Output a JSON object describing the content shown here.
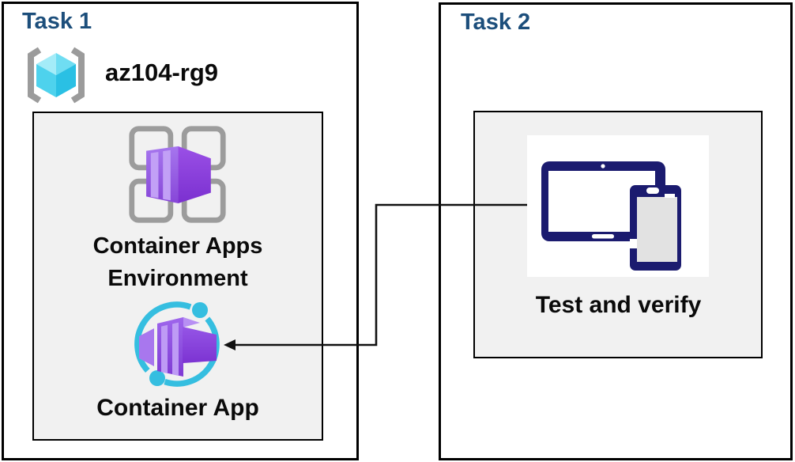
{
  "task1": {
    "title": "Task 1",
    "resource_group": "az104-rg9",
    "environment_label": "Container Apps Environment",
    "app_label": "Container App"
  },
  "task2": {
    "title": "Task 2",
    "verify_label": "Test and verify"
  },
  "connector": {
    "from": "test-and-verify",
    "to": "container-app",
    "style": "elbow-line-left-arrowhead"
  },
  "icons": {
    "resource_group": "resource-group-icon",
    "container_apps_environment": "container-apps-environment-icon",
    "container_app": "container-app-icon",
    "devices": "devices-icon"
  },
  "colors": {
    "task_title_blue": "#1C4E7B",
    "label_black": "#0A0A0A",
    "panel_fill": "#F1F1F1",
    "box_border": "#000000",
    "bracket_gray": "#9B9B9B",
    "cube_cyan_light": "#A4ECF8",
    "cube_cyan_dark": "#2AC0E4",
    "azure_purple": "#8A4BDC",
    "azure_purple_light": "#C2A0F6",
    "orbit_cyan": "#35BEE0",
    "device_navy": "#1B1B6F",
    "device_screen_gray": "#E2E2E2",
    "connector_black": "#111111"
  }
}
